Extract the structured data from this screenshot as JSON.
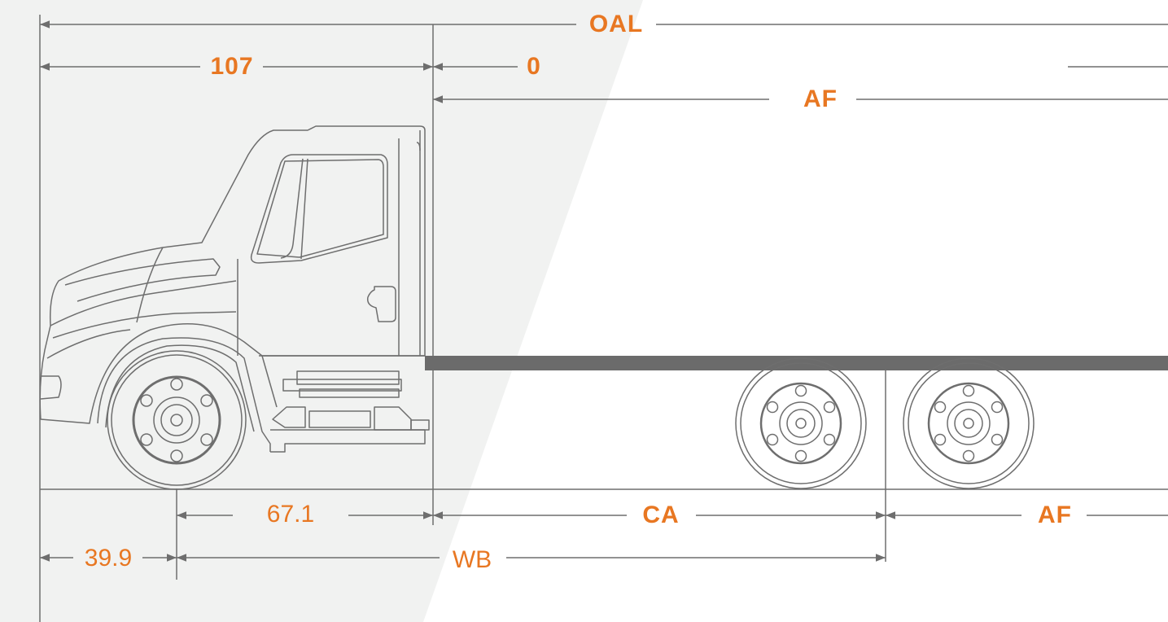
{
  "colors": {
    "accent": "#e87722",
    "line": "#6e6e6e",
    "background_panel": "#f1f2f1",
    "frame_rail": "#6b6b6b"
  },
  "dimensions": {
    "oal": "OAL",
    "bumper_to_back_of_cab": "107",
    "cab_gap": "0",
    "af_top": "AF",
    "front_axle_to_back_of_cab": "67.1",
    "bumper_to_front_axle": "39.9",
    "ca": "CA",
    "wb": "WB",
    "af_bottom": "AF"
  }
}
